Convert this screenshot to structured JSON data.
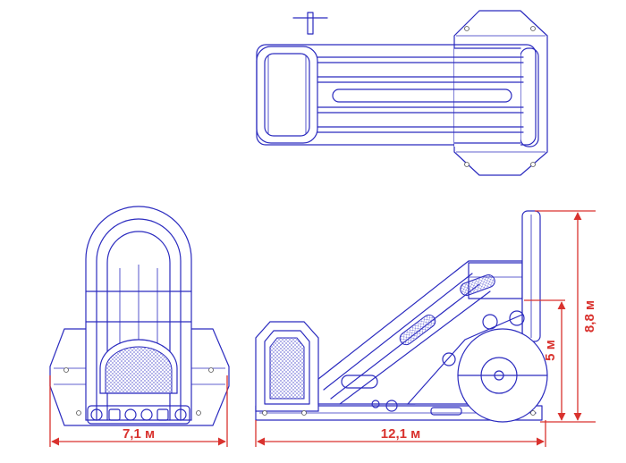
{
  "colors": {
    "line": "#2b2bbf",
    "dimension": "#d9322e"
  },
  "dimensions": {
    "front_width": "7,1 м",
    "side_length": "12,1 м",
    "total_height": "8,8 м",
    "platform_height": "5 м"
  }
}
